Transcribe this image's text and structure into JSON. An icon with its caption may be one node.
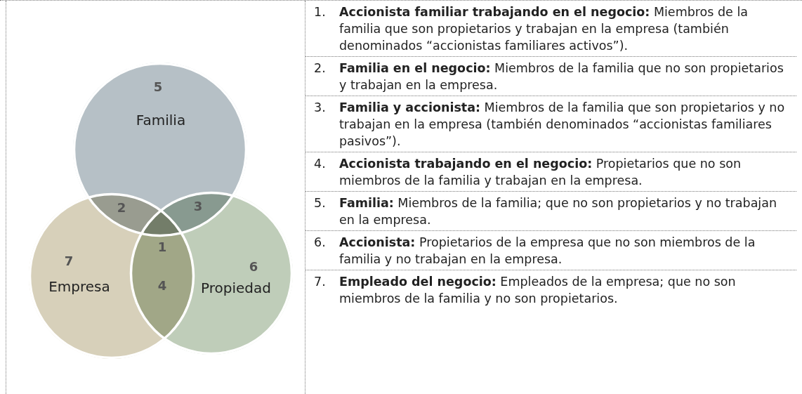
{
  "diagram": {
    "nodes": [
      {
        "text": [
          "5",
          "Familia"
        ]
      },
      {
        "text": [
          "7",
          "Empresa"
        ]
      },
      {
        "text": [
          "6",
          "Propiedad"
        ]
      }
    ],
    "labels": [
      "2",
      "3",
      "1",
      "4",
      "1.",
      "**Accionista familiar trabajando en el negocio:** Miembros de la familia que son propietarios y trabajan en la empresa (también denominados “accionistas familiares activos”).",
      "2.",
      "**Familia en el negocio:** Miembros de la familia que no son propietarios y trabajan en la empresa.",
      "3.",
      "**Familia y accionista:** Miembros de la familia que son propietarios y no trabajan en la empresa (también denominados “accionistas familiares pasivos”).",
      "4.",
      "**Accionista trabajando en el negocio:** Propietarios que no son miembros de la familia y trabajan en la empresa.",
      "5.",
      "**Familia:** Miembros de la familia; que no son propietarios y no trabajan en la empresa.",
      "6.",
      "**Accionista:** Propietarios de la empresa que no son miembros de la familia y no trabajan en la empresa.",
      "7.",
      "**Empleado del negocio:** Empleados de la empresa; que no son miembros de la familia y no son propietarios."
    ]
  }
}
